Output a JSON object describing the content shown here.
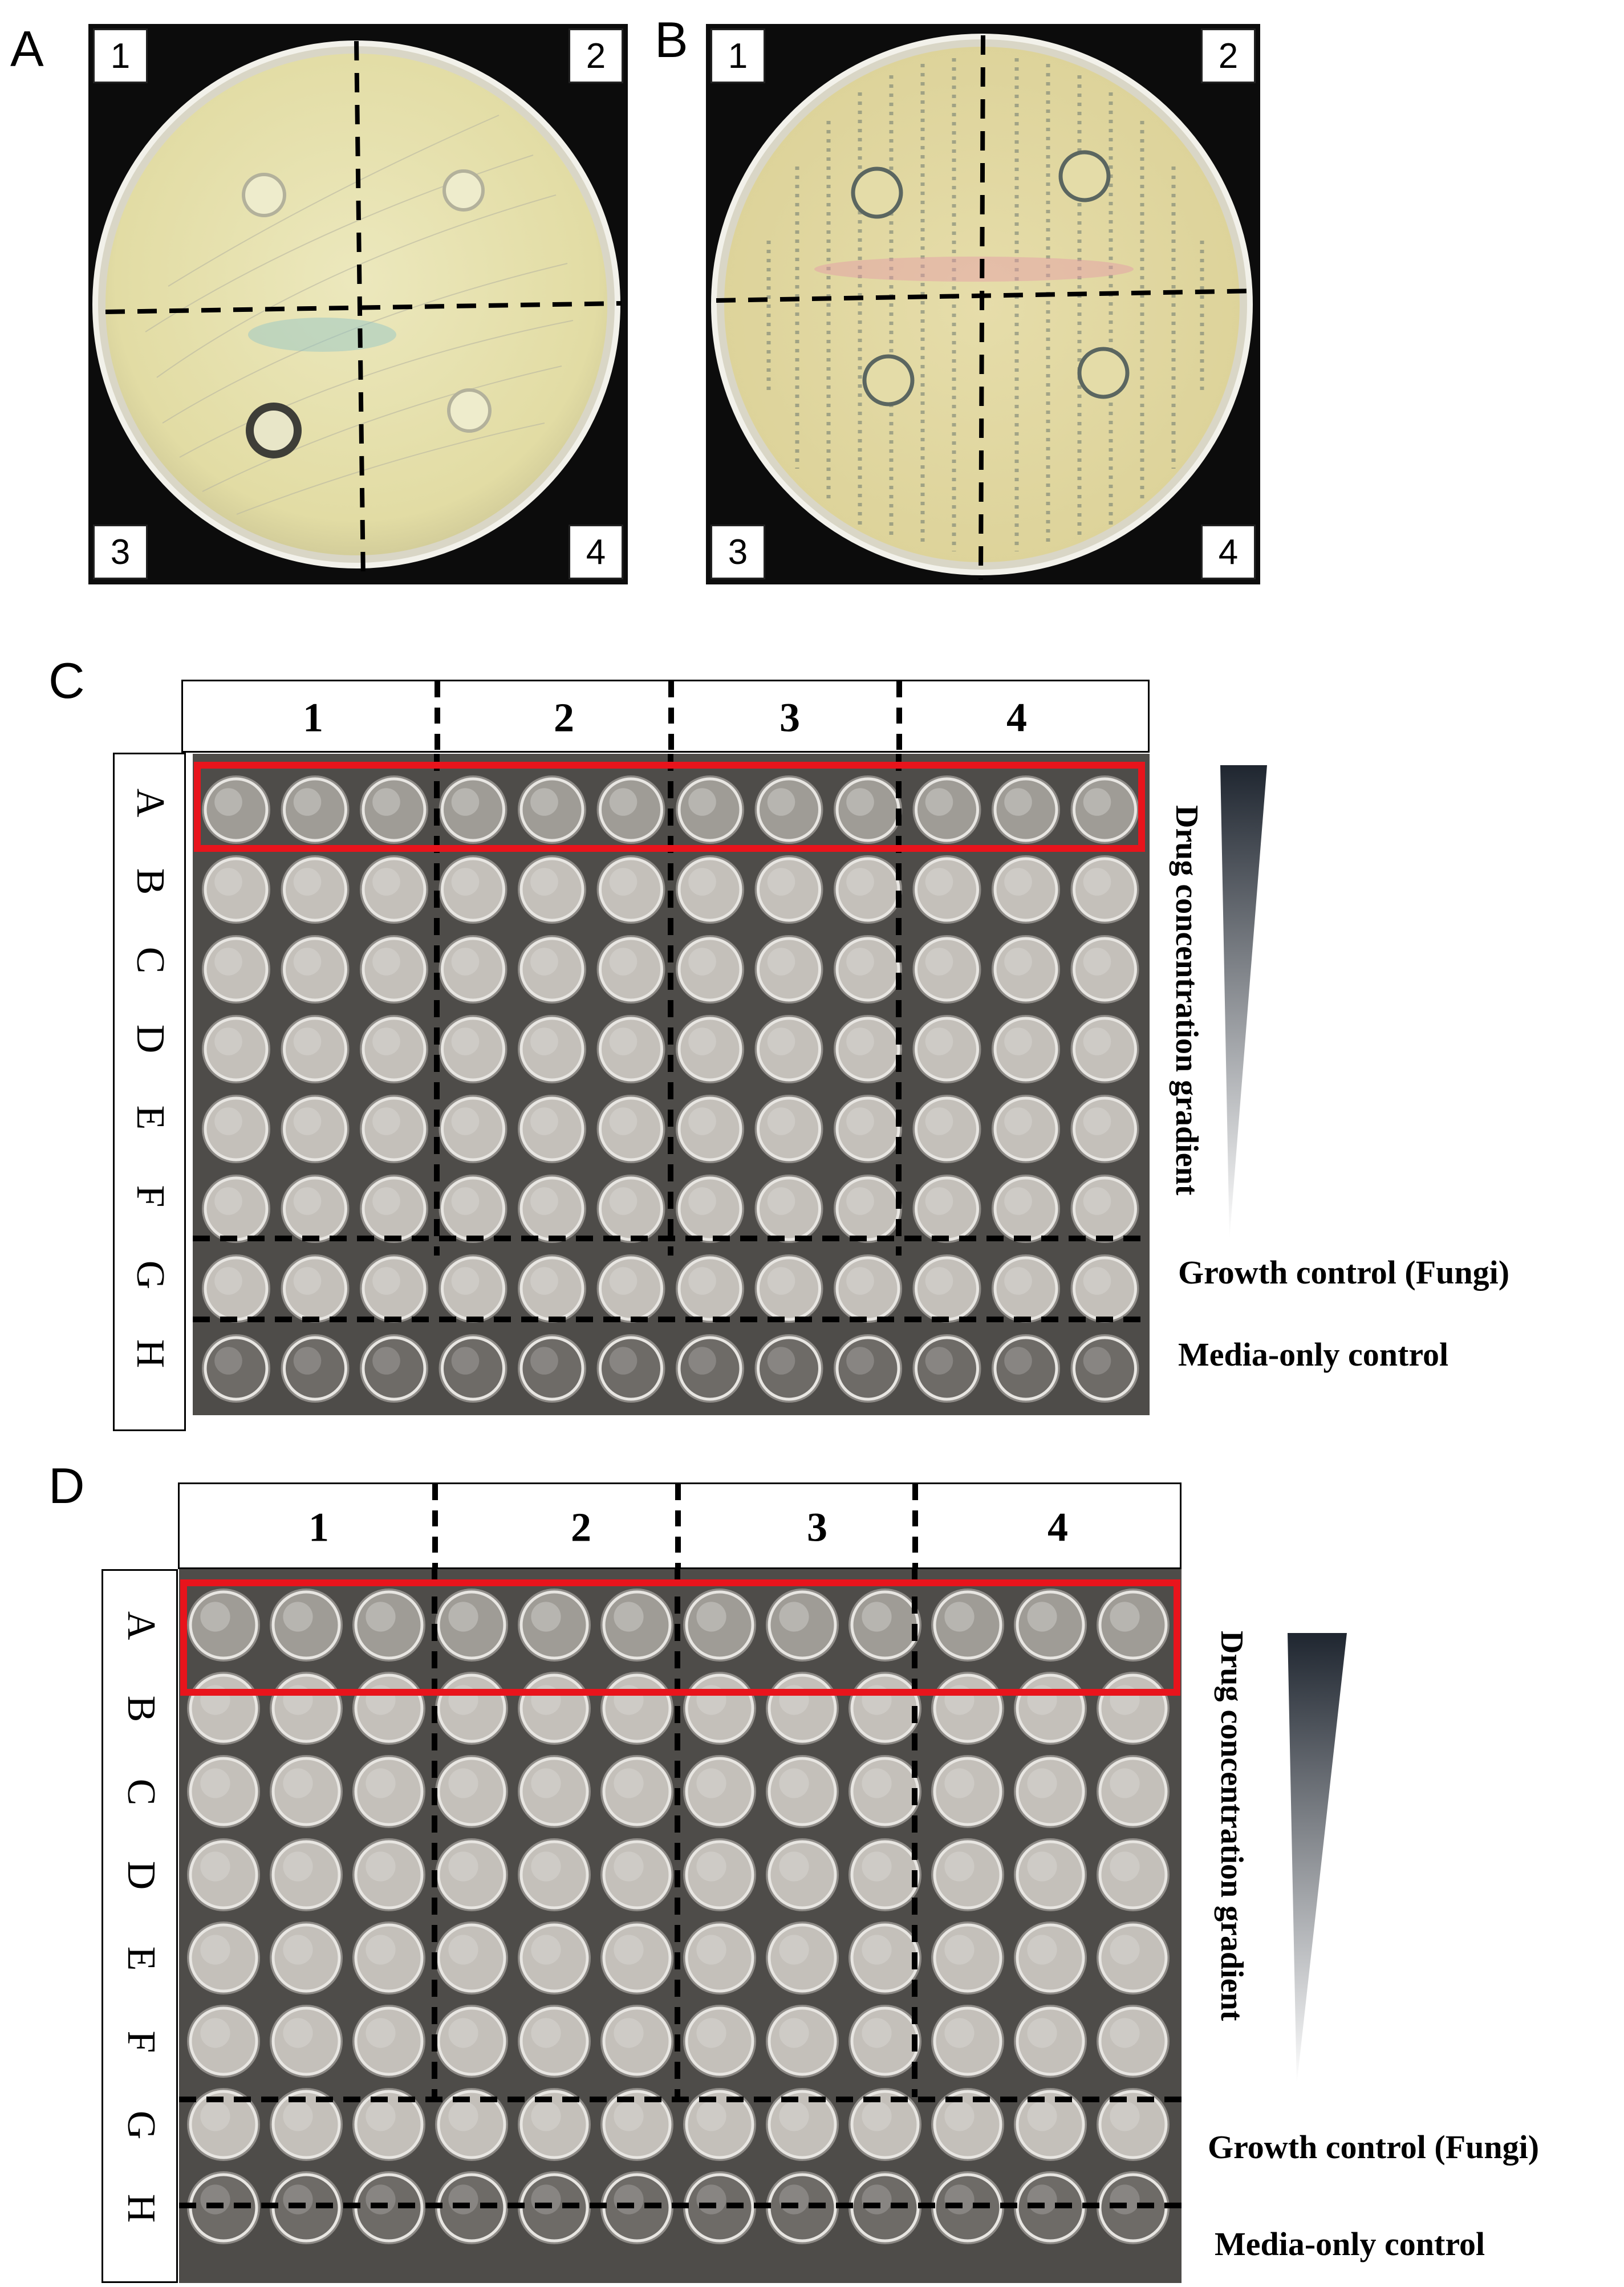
{
  "panels": {
    "A": {
      "letter": "A",
      "quadrants": [
        "1",
        "2",
        "3",
        "4"
      ]
    },
    "B": {
      "letter": "B",
      "quadrants": [
        "1",
        "2",
        "3",
        "4"
      ]
    },
    "C": {
      "letter": "C",
      "columns": [
        "1",
        "2",
        "3",
        "4"
      ],
      "rows": [
        "A",
        "B",
        "C",
        "D",
        "E",
        "F",
        "G",
        "H"
      ],
      "gradient_label": "Drug concentration gradient",
      "growth_control_label": "Growth control (Fungi)",
      "media_control_label": "Media-only control"
    },
    "D": {
      "letter": "D",
      "columns": [
        "1",
        "2",
        "3",
        "4"
      ],
      "rows": [
        "A",
        "B",
        "C",
        "D",
        "E",
        "F",
        "G",
        "H"
      ],
      "gradient_label": "Drug concentration gradient",
      "growth_control_label": "Growth control (Fungi)",
      "media_control_label": "Media-only control"
    }
  },
  "colors": {
    "highlight_box": "#e8141c",
    "dish_agar_A": "#e7e2ae",
    "dish_agar_B": "#e2d9a2",
    "plate_bg": "#5a5854",
    "dashed_lines": "#000000"
  }
}
